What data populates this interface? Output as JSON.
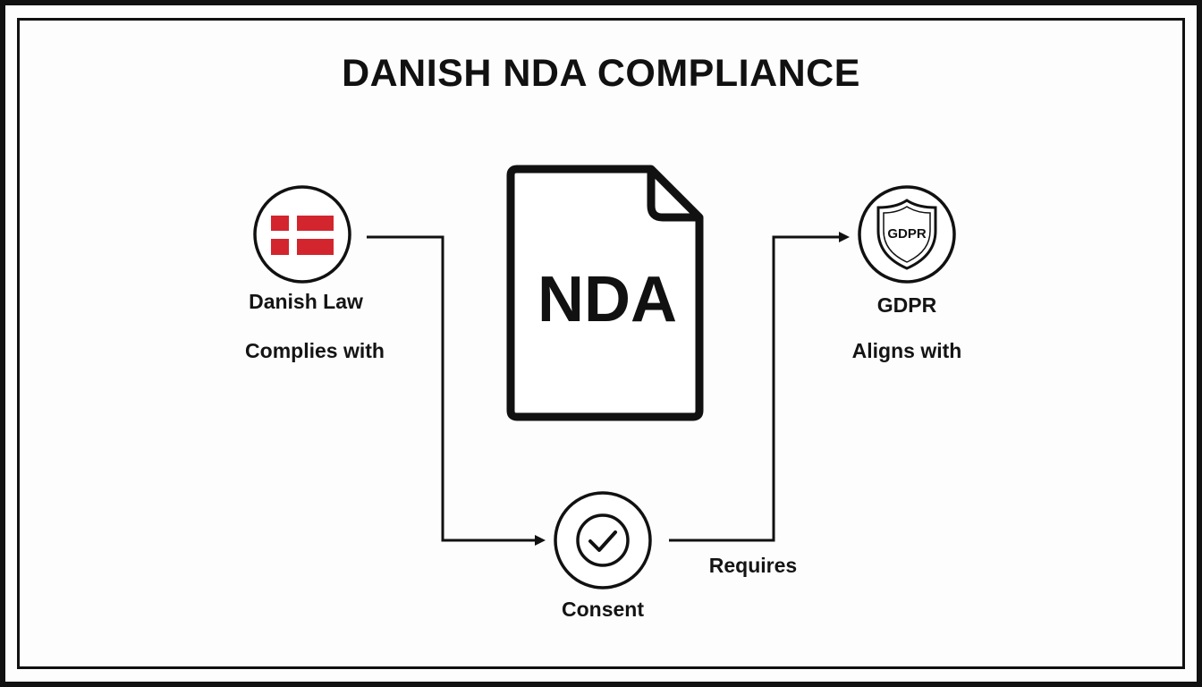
{
  "title": "DANISH NDA COMPLIANCE",
  "document": {
    "label": "NDA",
    "icon": "document-icon"
  },
  "nodes": {
    "danish_law": {
      "label": "Danish Law",
      "relation": "Complies with",
      "icon": "danish-flag-icon"
    },
    "consent": {
      "label": "Consent",
      "relation": "Requires",
      "icon": "checkmark-icon"
    },
    "gdpr": {
      "label": "GDPR",
      "badge": "GDPR",
      "relation": "Aligns with",
      "icon": "shield-icon"
    }
  },
  "colors": {
    "stroke": "#111111",
    "flag_red": "#d3252d",
    "background": "#fdfdfd"
  }
}
